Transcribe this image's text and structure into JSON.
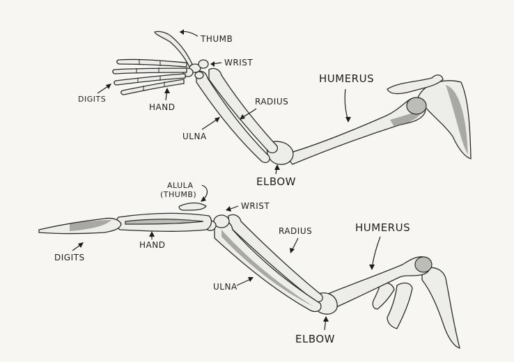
{
  "top_diagram": {
    "labels": {
      "thumb": "THUMB",
      "wrist": "WRIST",
      "digits": "DIGITS",
      "hand": "HAND",
      "radius": "RADIUS",
      "ulna": "ULNA",
      "humerus": "HUMERUS",
      "elbow": "ELBOW"
    }
  },
  "bottom_diagram": {
    "labels": {
      "alula_line1": "ALULA",
      "alula_line2": "(THUMB)",
      "wrist": "WRIST",
      "digits": "DIGITS",
      "hand": "HAND",
      "radius": "RADIUS",
      "humerus": "HUMERUS",
      "ulna": "ULNA",
      "elbow": "ELBOW"
    }
  }
}
